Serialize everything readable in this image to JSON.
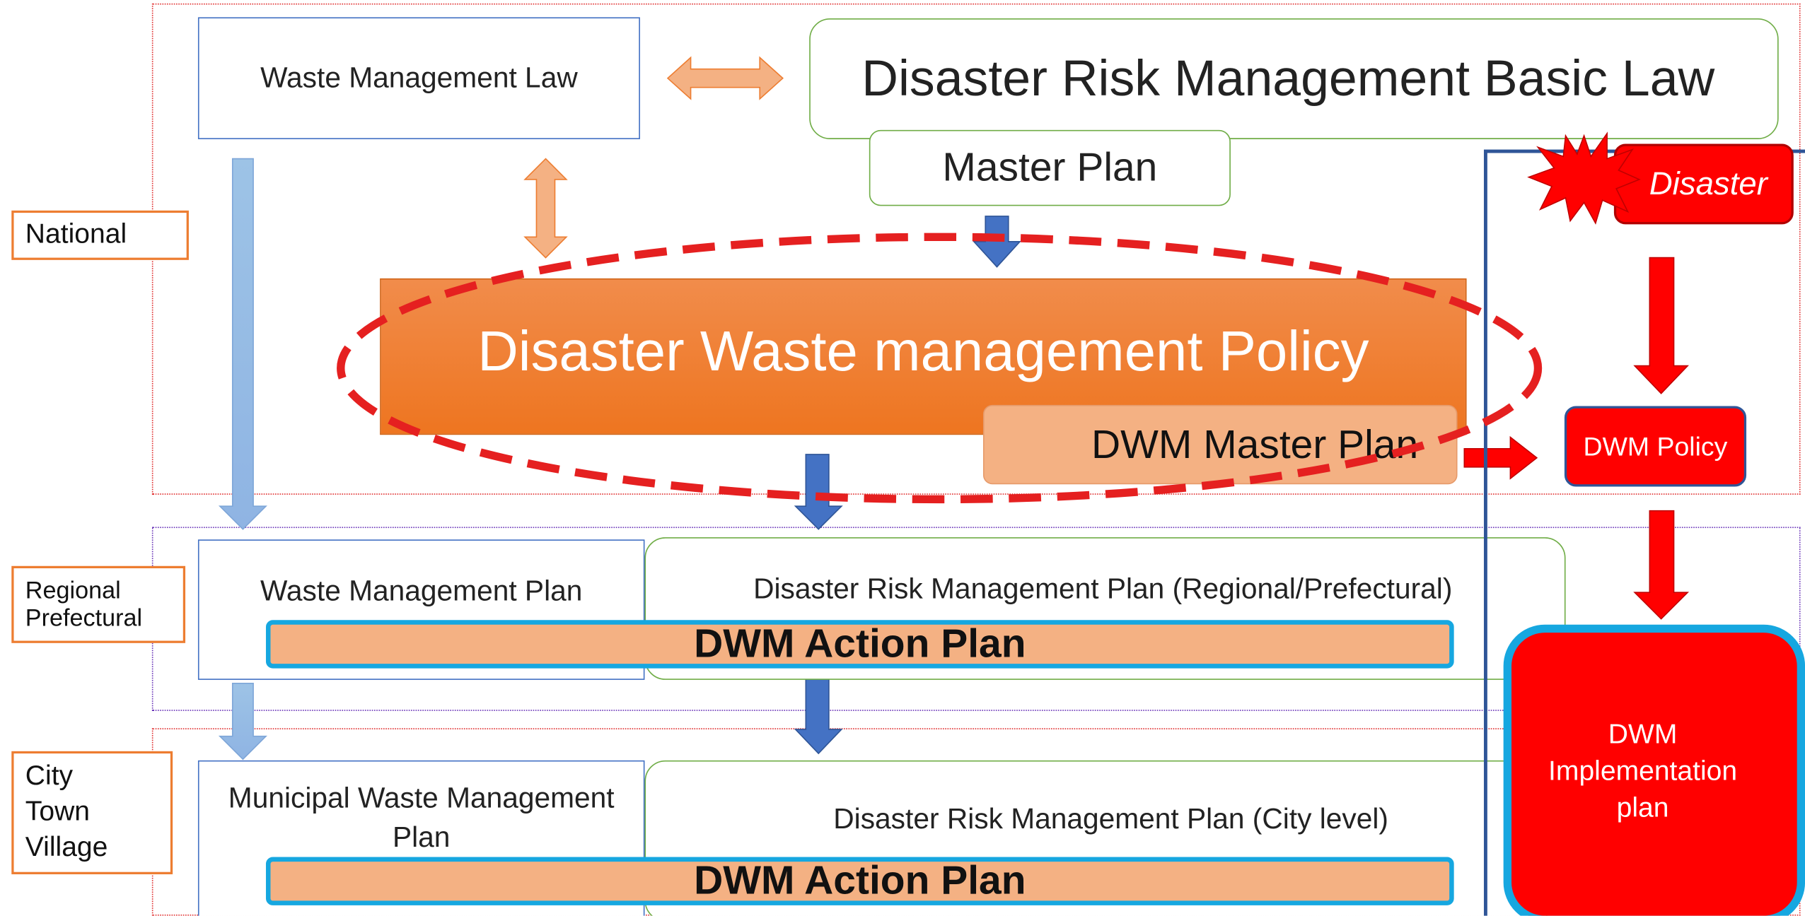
{
  "levels": {
    "national": "National",
    "regional": "Regional\nPrefectural",
    "city": "City\nTown\nVillage"
  },
  "national": {
    "waste_law": "Waste Management Law",
    "drm_law": "Disaster Risk Management Basic Law",
    "master_plan": "Master Plan",
    "dwm_policy": "Disaster Waste management Policy",
    "dwm_master_plan": "DWM Master Plan"
  },
  "regional": {
    "waste_plan": "Waste Management Plan",
    "drm_plan": "Disaster Risk Management Plan (Regional/Prefectural)",
    "action_plan": "DWM Action Plan"
  },
  "city": {
    "waste_plan": "Municipal Waste Management Plan",
    "drm_plan": "Disaster Risk Management Plan (City level)",
    "action_plan": "DWM Action Plan"
  },
  "disaster_column": {
    "disaster": "Disaster",
    "dwm_policy": "DWM Policy",
    "implementation_plan": "DWM\nImplementation\nplan"
  },
  "colors": {
    "orange": "#ed7d31",
    "red": "#ff0000",
    "blue": "#4472c4",
    "green": "#70ad47",
    "cyan": "#16a7e0"
  }
}
